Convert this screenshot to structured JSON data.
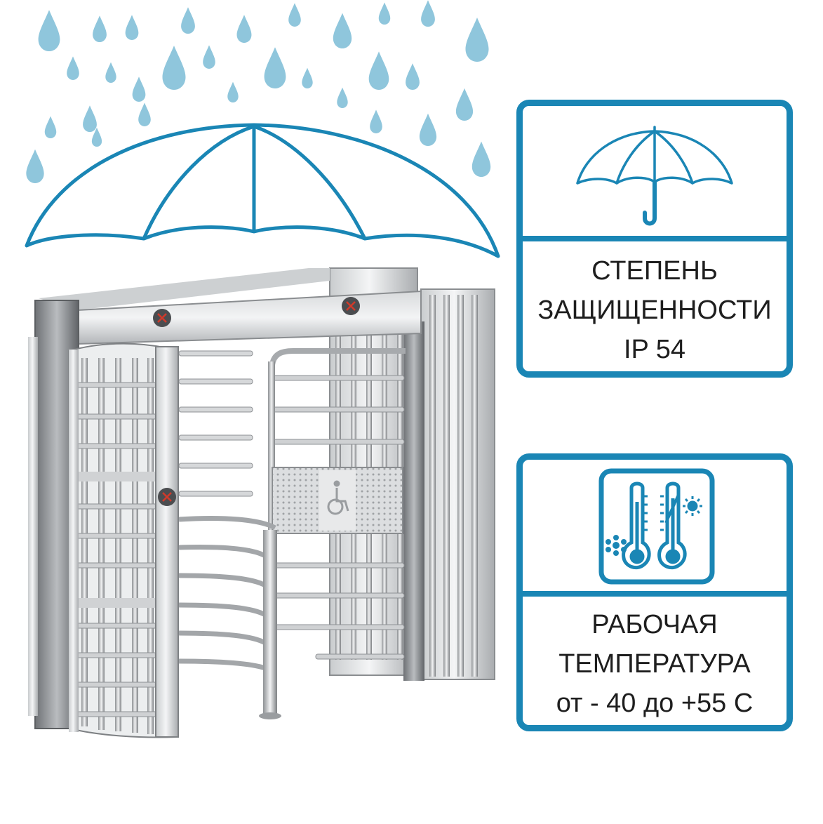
{
  "colors": {
    "accent": "#1a86b5",
    "rain": "#8fc6dc",
    "steel_light": "#e4e6e8",
    "steel_dark": "#8a8d90",
    "text": "#1e1e1e"
  },
  "icons": {
    "rain_drops": "raindrop-icon",
    "umbrella": "umbrella-icon",
    "thermometer_cold": "thermometer-snowflake-icon",
    "thermometer_hot": "thermometer-sun-icon",
    "accessibility": "wheelchair-icon"
  },
  "protection_card": {
    "line1": "СТЕПЕНЬ",
    "line2": "ЗАЩИЩЕННОСТИ",
    "line3": "IP 54"
  },
  "temperature_card": {
    "line1": "РАБОЧАЯ",
    "line2": "ТЕМПЕРАТУРА",
    "line3": "от - 40 до +55  С"
  }
}
